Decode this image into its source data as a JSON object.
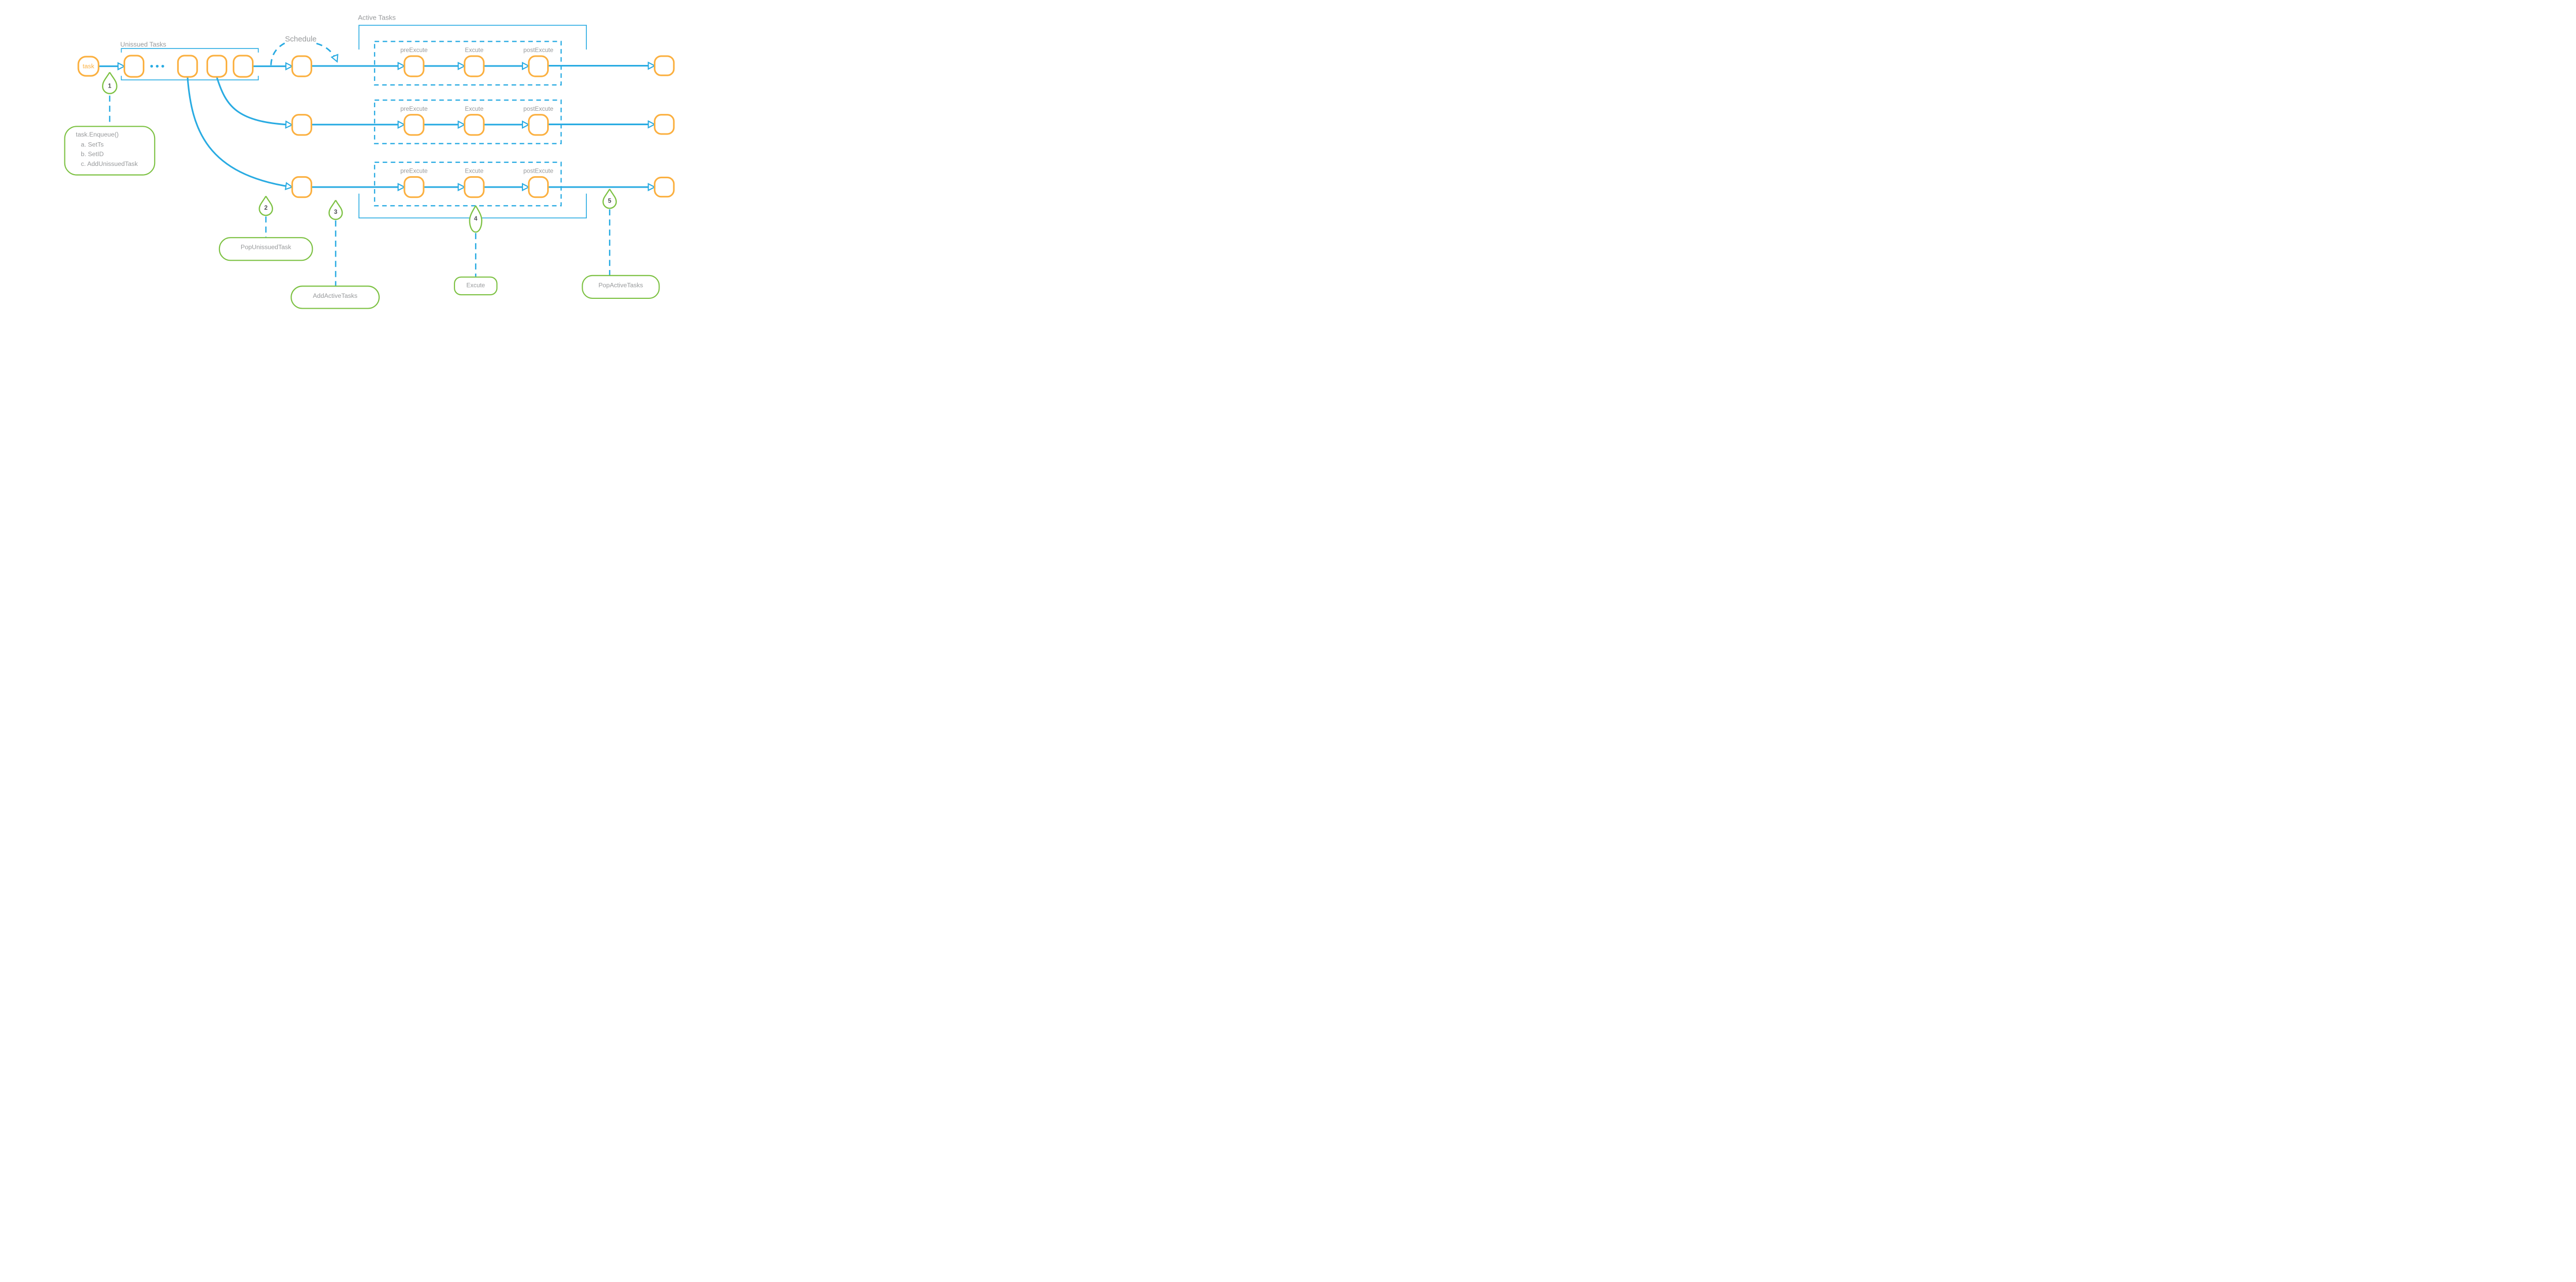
{
  "colors": {
    "blue": "#29ABE2",
    "orange": "#FBB040",
    "green": "#7CC142",
    "label_gray": "#97999B",
    "number_gray": "#4D4F53"
  },
  "labels": {
    "unissued_tasks": "Unissued Tasks",
    "schedule": "Schedule",
    "active_tasks": "Active Tasks",
    "task_node": "task"
  },
  "stages": {
    "pre": "preExcute",
    "exec": "Excute",
    "post": "postExcute"
  },
  "annotations": [
    {
      "num": "1",
      "lines": [
        "task.Enqueue()",
        "a. SetTs",
        "b. SetID",
        "c. AddUnissuedTask"
      ]
    },
    {
      "num": "2",
      "label": "PopUnissuedTask"
    },
    {
      "num": "3",
      "label": "AddActiveTasks"
    },
    {
      "num": "4",
      "label": "Excute"
    },
    {
      "num": "5",
      "label": "PopActiveTasks"
    }
  ]
}
